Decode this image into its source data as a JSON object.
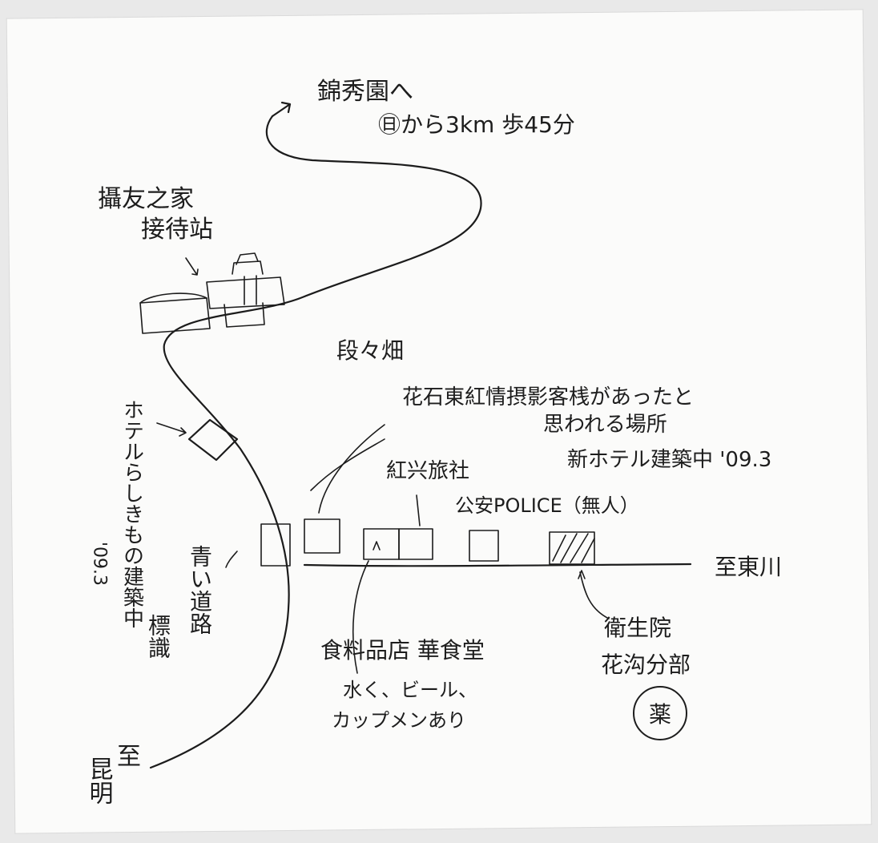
{
  "labels": {
    "destination_top": "錦秀園へ",
    "distance": "㊐から3km 歩45分",
    "cameraman_house": "攝友之家",
    "reception_station": "接待站",
    "terraced_fields": "段々畑",
    "inn_site": "花石東紅情摂影客桟があったと",
    "inn_site_2": "思われる場所",
    "new_hotel": "新ホテル建築中 '09.3",
    "travel_agency": "紅兴旅社",
    "police": "公安POLICE（無人）",
    "to_dongchuan": "至東川",
    "hotel_under_construction": "ホテルらしきもの建築中",
    "hotel_date": "'09.3",
    "blue_road_sign_1": "青い道路",
    "blue_road_sign_2": "標識",
    "restaurant": "食料品店 華食堂",
    "restaurant_note": "水く、ビール、",
    "restaurant_note_2": "カップメンあり",
    "clinic": "衛生院",
    "clinic_2": "花沟分部",
    "clinic_seal": "薬",
    "to_kunming_to": "至",
    "to_kunming": "昆明"
  },
  "colors": {
    "ink": "#1c1c1c",
    "paper": "#fbfbfa",
    "scan_background": "#e9e9e9"
  },
  "icons": [
    "north-arrow-icon",
    "pointer-arrow-icon",
    "medicine-seal-icon"
  ]
}
